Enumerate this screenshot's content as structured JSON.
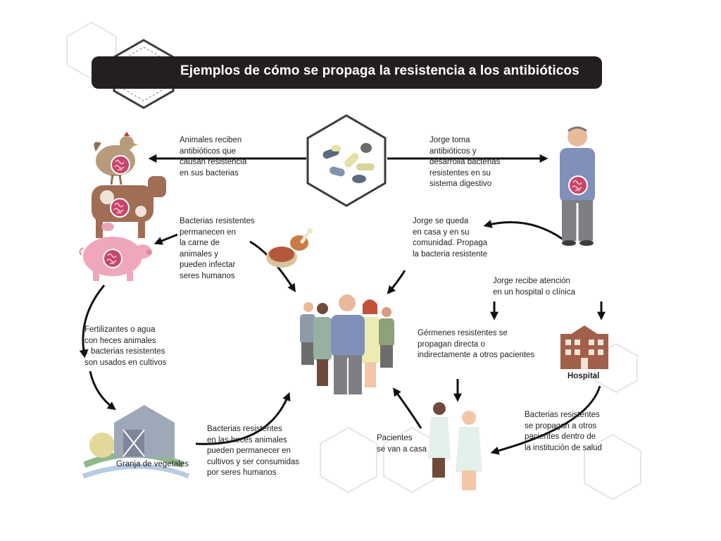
{
  "title": "Ejemplos de cómo se propaga la resistencia a los antibióticos",
  "icons": {
    "capsule": "capsule-icon",
    "pills": "pills-icon",
    "bacteria": "bacteria-icon",
    "hospital": "hospital-building-icon",
    "barn": "barn-icon",
    "meat": "meat-icon"
  },
  "colors": {
    "title_bar": "#231f20",
    "hexagon": "#3a3a3a",
    "arrow": "#111111",
    "bacteria": "#c6466b",
    "hospital": "#a0604a",
    "faint_hexagons": "#e6e6e6"
  },
  "captions": {
    "animals_receive": "Animales reciben\nantibióticos que\ncausan resistencia\nen sus bacterias",
    "jorge_takes": "Jorge toma\nantibióticos y\ndesarrolla bacterias\nresistentes en su\nsistema digestivo",
    "bacteria_meat": "Bacterias resistentes\npermanecen en\nla carne de\nanimales y\npueden infectar\nseres humanos",
    "jorge_stays": "Jorge se queda\nen casa y en su\ncomunidad. Propaga\nla bacteria resistente",
    "jorge_hospital": "Jorge recibe atención\nen un hospital o clínica",
    "fertilizers": "Fertilizantes o agua\ncon heces animales\ny bacterias resistentes\nson usados en cultivos",
    "germs_spread": "Gérmenes resistentes se\npropagan directa o\nindirectamente a otros pacientes",
    "hospital_label": "Hospital",
    "bacteria_feces": "Bacterias resistentes\nen las heces animales\npueden permanecer en\ncultivos y ser consumidas\npor seres humanos",
    "patients_home": "Pacientes\nse van a casa",
    "bacteria_institution": "Bacterias resistentes\nse propagan a otros\npacientes dentro de\nla institución de salud",
    "farm_label": "Granja de vegetales"
  }
}
